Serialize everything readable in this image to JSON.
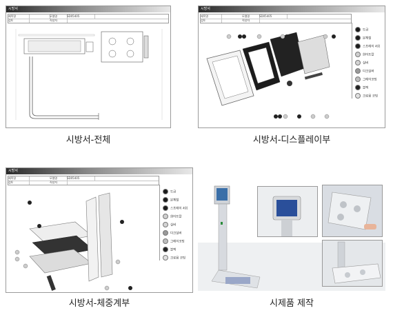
{
  "panels": {
    "overall": {
      "header": "시방서",
      "caption": "시방서-전체",
      "hdr": [
        [
          "제목명",
          "",
          "모델명",
          "SD05405",
          "",
          "",
          "",
          ""
        ],
        [
          "검토",
          "",
          "직성자",
          "",
          "",
          "",
          "",
          ""
        ]
      ]
    },
    "display": {
      "header": "시방서",
      "caption": "시방서-디스플레이부",
      "hdr": [
        [
          "제목명",
          "",
          "모델명",
          "SD05405",
          "",
          "",
          "",
          ""
        ],
        [
          "검토",
          "",
          "직성자",
          "",
          "",
          "",
          "",
          ""
        ]
      ],
      "legend": [
        "도금",
        "분체철",
        "스프레이 4회",
        "화이트칼",
        "실버",
        "다크실버",
        "그레이코팅",
        "블랙",
        "크로뮴 코팅"
      ]
    },
    "scale": {
      "header": "시방서",
      "caption": "시방서-체중계부",
      "hdr": [
        [
          "제목명",
          "",
          "모델명",
          "SD05405",
          "",
          "",
          "",
          ""
        ],
        [
          "검토",
          "",
          "직성자",
          "",
          "",
          "",
          "",
          ""
        ]
      ],
      "legend": [
        "도금",
        "분체철",
        "스프레이 4회",
        "화이트칼",
        "실버",
        "다크실버",
        "그레이코팅",
        "블랙",
        "크로뮴 코팅"
      ]
    },
    "prototype": {
      "caption": "시제품 제작"
    }
  },
  "colors": {
    "legend_dots": [
      "#1a1a1a",
      "#1a1a1a",
      "#1a1a1a",
      "#cfcfcf",
      "#d4d4d4",
      "#9a9a9a",
      "#bdbdbd",
      "#222222",
      "#e0e0e0"
    ]
  }
}
